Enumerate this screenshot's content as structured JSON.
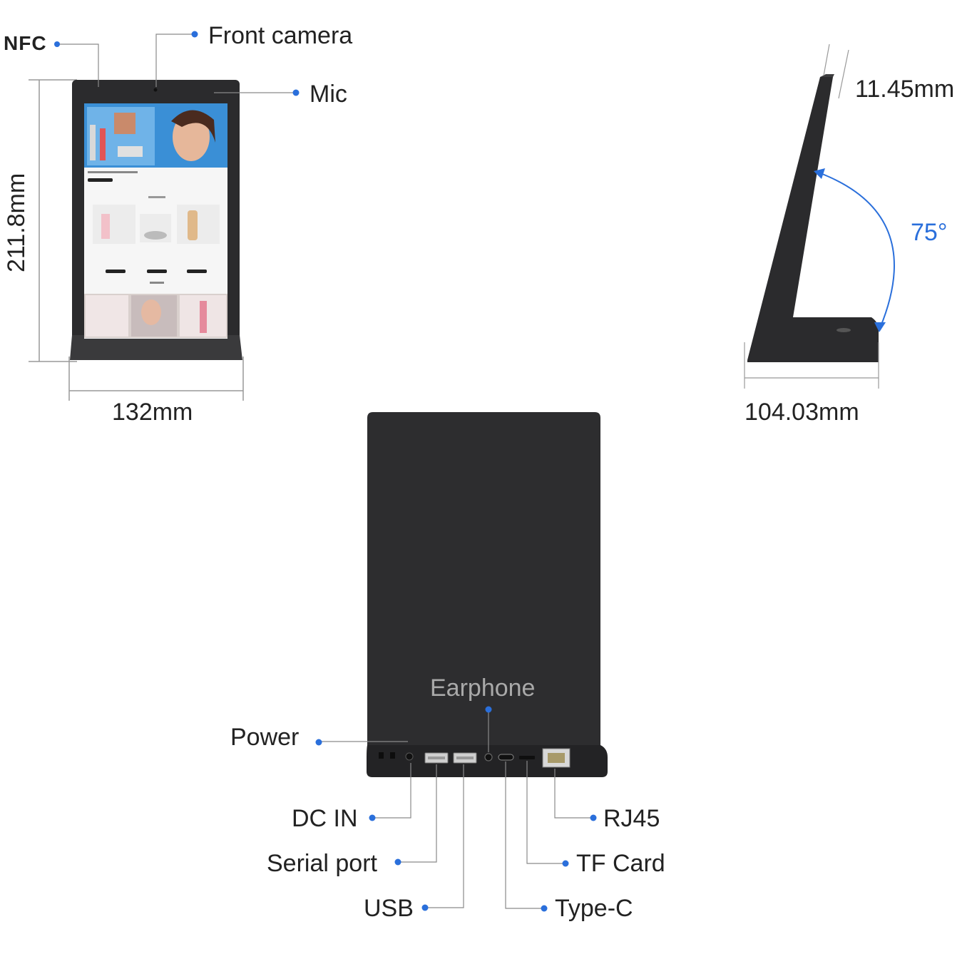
{
  "labels": {
    "nfc": "NFC",
    "front_camera": "Front camera",
    "mic": "Mic",
    "height": "211.8mm",
    "width": "132mm",
    "thickness": "11.45mm",
    "angle": "75°",
    "depth": "104.03mm",
    "earphone": "Earphone",
    "power": "Power",
    "dc_in": "DC IN",
    "serial_port": "Serial port",
    "usb": "USB",
    "rj45": "RJ45",
    "tf_card": "TF Card",
    "type_c": "Type-C"
  },
  "colors": {
    "accent": "#2a6fdb",
    "device_body": "#2b2b2d",
    "text": "#222222",
    "leader_line": "#8a8a8a"
  }
}
